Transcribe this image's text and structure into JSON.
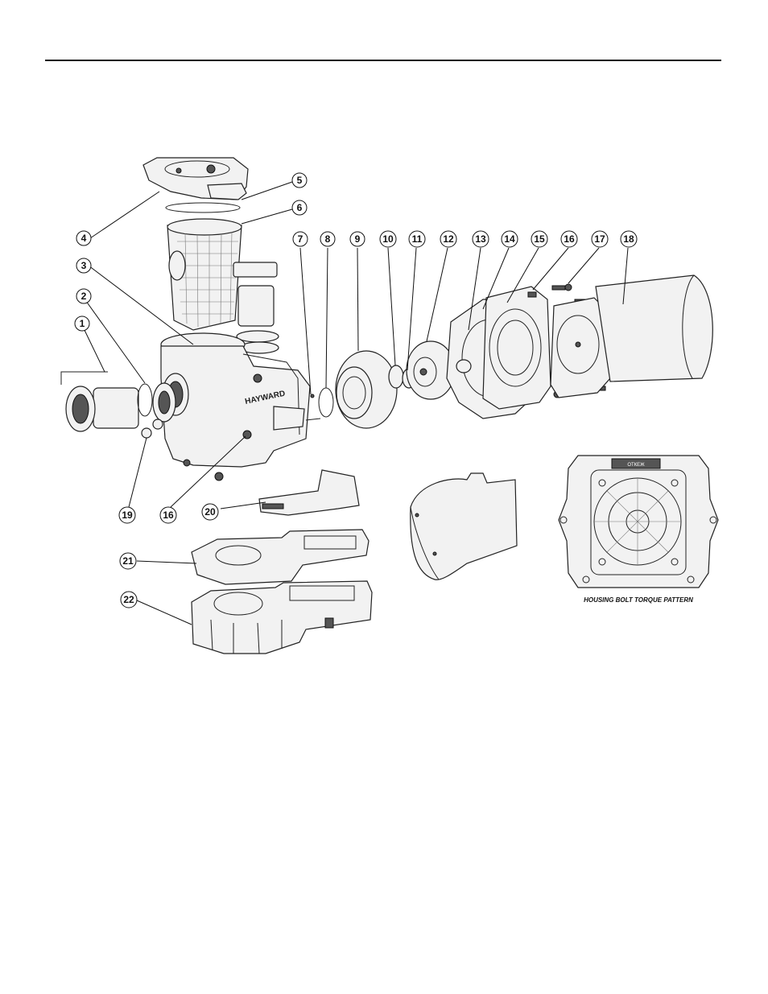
{
  "callouts": [
    "1",
    "2",
    "3",
    "4",
    "5",
    "6",
    "7",
    "8",
    "9",
    "10",
    "11",
    "12",
    "13",
    "14",
    "15",
    "16",
    "17",
    "18",
    "19",
    "16",
    "20",
    "21",
    "22"
  ],
  "brand_text": "HAYWARD",
  "pattern_caption": "HOUSING BOLT TORQUE PATTERN",
  "plate_text": "ОТКЕЖ"
}
